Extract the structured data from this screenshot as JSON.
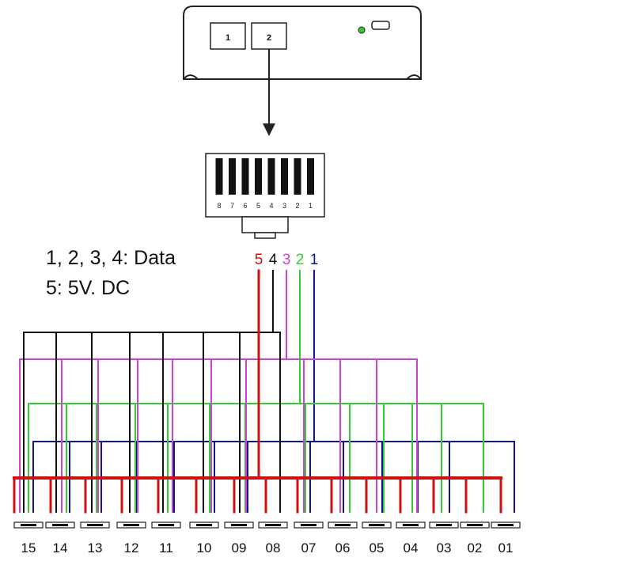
{
  "device": {
    "ports": [
      "1",
      "2"
    ],
    "led_color": "#33cc33"
  },
  "connector": {
    "pins": [
      "8",
      "7",
      "6",
      "5",
      "4",
      "3",
      "2",
      "1"
    ]
  },
  "legend": {
    "line1": "1, 2, 3, 4: Data",
    "line2": "5: 5V. DC"
  },
  "wires": [
    {
      "label": "5",
      "color": "#cc1111"
    },
    {
      "label": "4",
      "color": "#111111"
    },
    {
      "label": "3",
      "color": "#cc44cc"
    },
    {
      "label": "2",
      "color": "#33cc33"
    },
    {
      "label": "1",
      "color": "#111199"
    }
  ],
  "outlets": [
    "15",
    "14",
    "13",
    "12",
    "11",
    "10",
    "09",
    "08",
    "07",
    "06",
    "05",
    "04",
    "03",
    "02",
    "01"
  ]
}
